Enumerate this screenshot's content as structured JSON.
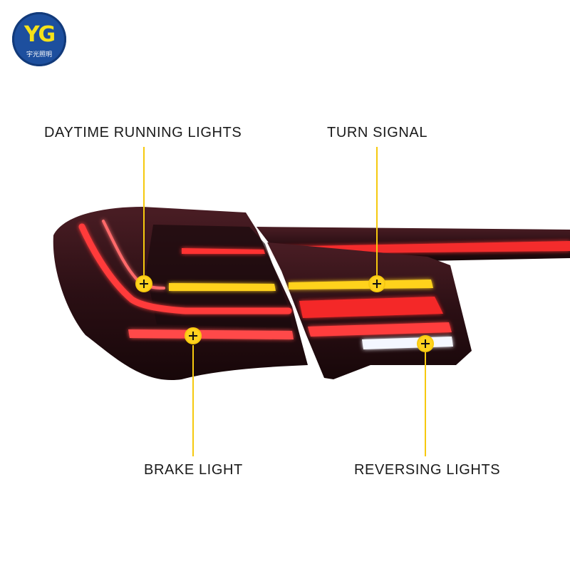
{
  "logo": {
    "mark": "YG",
    "text": "宇光照明",
    "colors": {
      "background": "#1d4f9e",
      "mark": "#f5e21a"
    }
  },
  "callouts": [
    {
      "id": "drl",
      "label": "DAYTIME RUNNING LIGHTS"
    },
    {
      "id": "turn",
      "label": "TURN SIGNAL"
    },
    {
      "id": "brake",
      "label": "BRAKE LIGHT"
    },
    {
      "id": "rev",
      "label": "REVERSING LIGHTS"
    }
  ],
  "colors": {
    "marker_yellow": "#f6c90e",
    "housing": "#2a1216",
    "red_led": "#ff3b3b",
    "amber_led": "#ffd21f",
    "white_led": "#f4f7ff"
  }
}
